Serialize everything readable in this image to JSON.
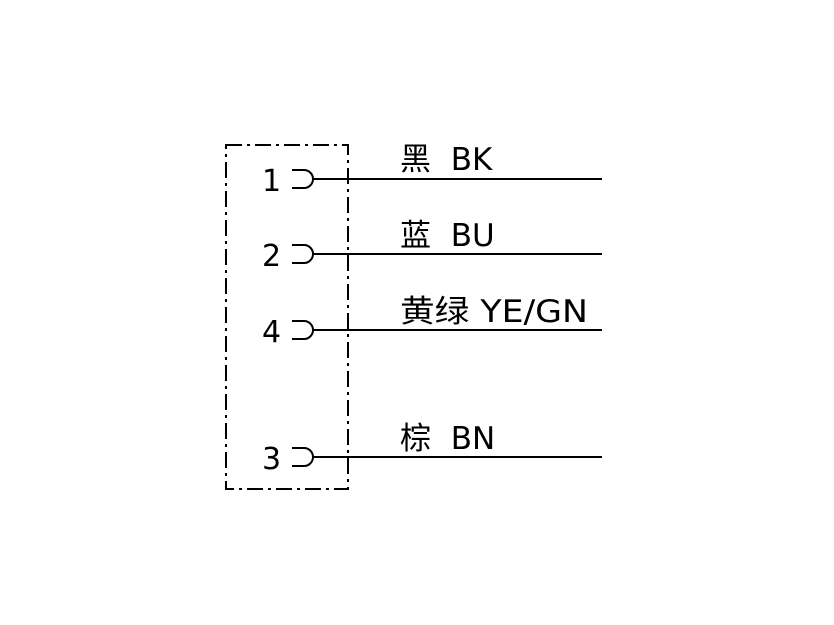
{
  "diagram": {
    "stroke_color": "#000000",
    "background": "#ffffff",
    "pins": [
      {
        "number": "1",
        "label": "黑  BK"
      },
      {
        "number": "2",
        "label": "蓝  BU"
      },
      {
        "number": "4",
        "label": "黄绿 YE/GN"
      },
      {
        "number": "3",
        "label": "棕  BN"
      }
    ]
  }
}
